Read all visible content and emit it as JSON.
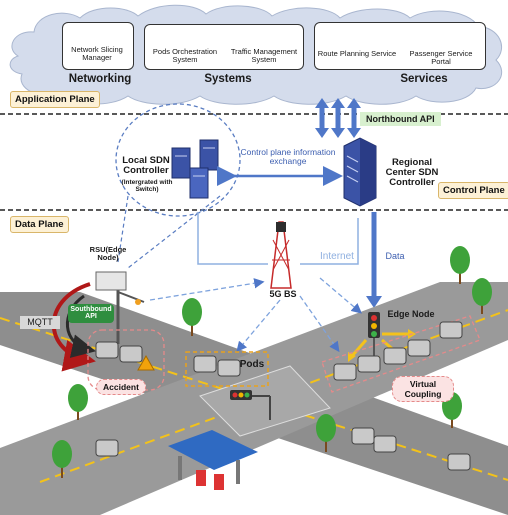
{
  "cloud": {
    "groups": {
      "networking": "Networking",
      "systems": "Systems",
      "services": "Services"
    },
    "cards": {
      "slicing": "Network Slicing Manager",
      "pods_orch": "Pods Orchestration System",
      "traffic": "Traffic Management System",
      "route": "Route Planning Service",
      "passenger": "Passenger Service Portal"
    }
  },
  "planes": {
    "application": "Application Plane",
    "control": "Control Plane",
    "data": "Data Plane"
  },
  "apis": {
    "northbound": "Northbound API",
    "southbound": "Southbound API",
    "mqtt": "MQTT"
  },
  "nodes": {
    "local_sdn": "Local SDN Controller",
    "local_sdn_sub": "(Intergrated with Switch)",
    "regional_sdn": "Regional Center SDN Controller",
    "rsu": "RSU(Edge Node)",
    "bs": "5G BS",
    "edge": "Edge Node"
  },
  "links": {
    "control_info": "Control plane information exchange",
    "internet": "Internet",
    "data": "Data"
  },
  "scene": {
    "pods": "Pods",
    "accident": "Accident",
    "virtual_coupling": "Virtual Coupling"
  },
  "colors": {
    "road": "#909090",
    "lane_yellow": "#f3c21a",
    "cloud": "#d4dcec",
    "arrow_blue": "#4f77c8",
    "plane_box": "#fdf1d6",
    "tree": "#3ea23a"
  }
}
